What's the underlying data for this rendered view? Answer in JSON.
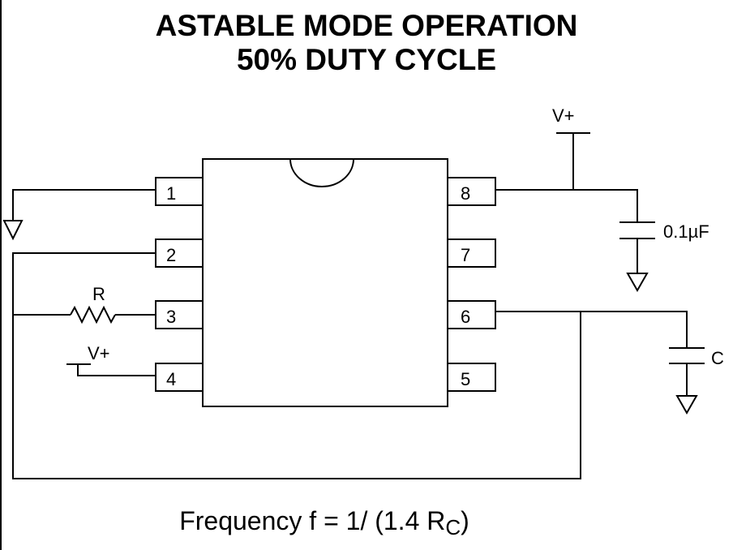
{
  "title": {
    "line1": "ASTABLE MODE OPERATION",
    "line2": "50% DUTY CYCLE"
  },
  "pins": {
    "p1": "1",
    "p2": "2",
    "p3": "3",
    "p4": "4",
    "p5": "5",
    "p6": "6",
    "p7": "7",
    "p8": "8"
  },
  "labels": {
    "vplus_top": "V+",
    "vplus_left": "V+",
    "resistor": "R",
    "bypass_cap": "0.1µF",
    "timing_cap": "C"
  },
  "formula": {
    "main": "Frequency f = 1/ (1.4 R",
    "subscript": "C",
    "close": ")"
  },
  "colors": {
    "ink": "#000000",
    "background": "#ffffff"
  }
}
